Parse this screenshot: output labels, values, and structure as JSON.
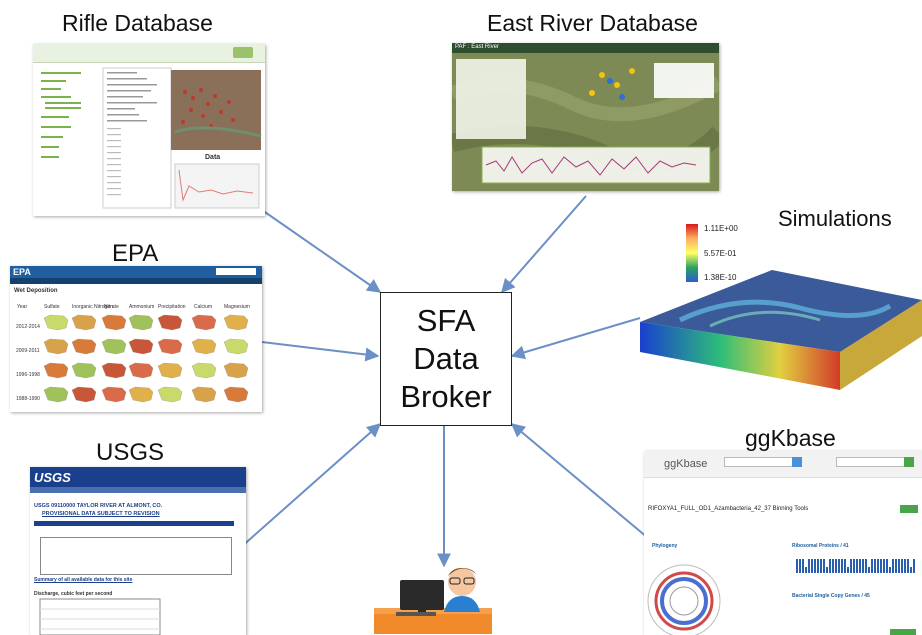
{
  "hub": {
    "lines": [
      "SFA",
      "Data",
      "Broker"
    ]
  },
  "sources": {
    "rifle": {
      "label": "Rifle Database",
      "chart_title": "Data"
    },
    "east_river": {
      "label": "East River Database",
      "app_title": "PAF : East River"
    },
    "epa": {
      "label": "EPA",
      "brand": "EPA",
      "page_title": "Wet Deposition",
      "columns": [
        "Year",
        "Sulfate",
        "Inorganic Nitrogen",
        "Nitrate",
        "Ammonium",
        "Precipitation",
        "Calcium",
        "Magnesium"
      ],
      "rows": [
        "2012-2014",
        "2009-2011",
        "1996-1998",
        "1988-1990"
      ]
    },
    "simulations": {
      "label": "Simulations",
      "colorbar": [
        "1.11E+00",
        "5.57E-01",
        "1.38E-10"
      ]
    },
    "usgs": {
      "label": "USGS",
      "logo": "USGS",
      "station": "USGS 09110000 TAYLOR RIVER AT ALMONT, CO.",
      "notice": "PROVISIONAL DATA SUBJECT TO REVISION",
      "summary": "Summary of all available data for this site",
      "chart_title": "Discharge, cubic feet per second"
    },
    "ggkbase": {
      "label": "ggKbase",
      "logo": "ggKbase",
      "heading": "RIFOXYA1_FULL_OD1_Azambacteria_42_37 Binning Tools",
      "panel1": "Phylogeny",
      "panel2": "Ribosomal Proteins / 41",
      "panel3": "Bacterial Single Copy Genes / 45"
    }
  },
  "colors": {
    "arrow": "#6b8fc7",
    "usgs_blue": "#1a3f8c",
    "epa_blue": "#1f5fa0",
    "ggk_green": "#4aa54a"
  }
}
